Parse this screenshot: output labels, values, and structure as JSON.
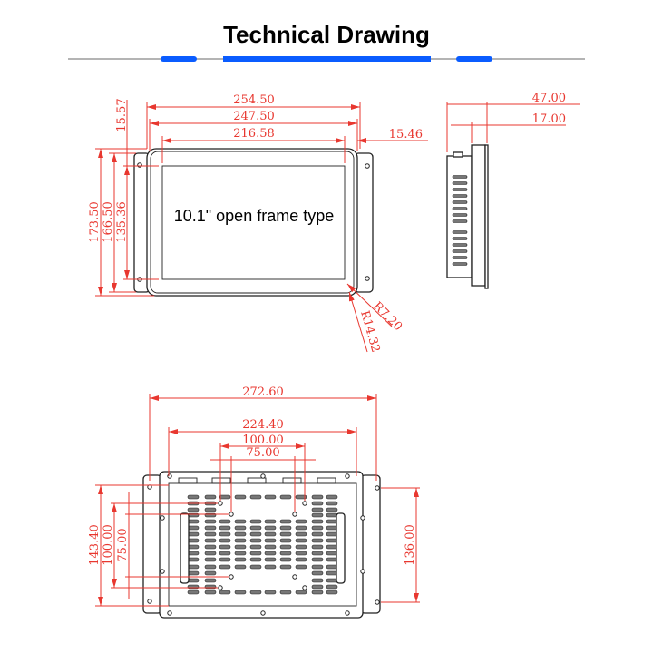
{
  "header": {
    "title": "Technical Drawing",
    "accent_color": "#0a5cff",
    "line_color": "#888888"
  },
  "front_view": {
    "label": "10.1\" open frame type",
    "dims": {
      "w_outer": "254.50",
      "w_mid": "247.50",
      "w_screen": "216.58",
      "side_right": "15.46",
      "side_top": "15.57",
      "h_outer": "173.50",
      "h_mid": "166.50",
      "h_screen": "135.36",
      "r_inner": "R7.20",
      "r_outer": "R14.32"
    }
  },
  "side_view": {
    "dims": {
      "depth_total": "47.00",
      "depth_frame": "17.00"
    }
  },
  "back_view": {
    "dims": {
      "w_total": "272.60",
      "w_body": "224.40",
      "vesa_100": "100.00",
      "vesa_75": "75.00",
      "h_body": "143.40",
      "h_vesa_100": "100.00",
      "h_vesa_75": "75.00",
      "h_brackets": "136.00"
    }
  },
  "dimension_color": "#e8372f"
}
